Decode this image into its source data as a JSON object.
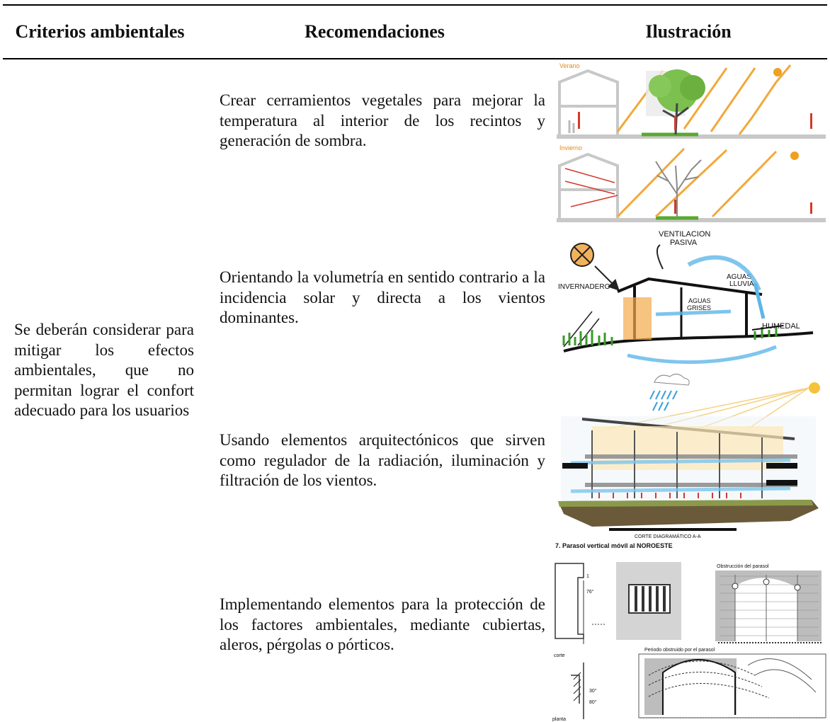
{
  "table": {
    "headers": {
      "criteria": "Criterios ambientales",
      "recommendations": "Recomendaciones",
      "illustration": "Ilustración"
    },
    "criteria_text": "Se deberán considerar para mitigar los efectos ambientales, que no permitan lograr el confort adecuado para los usuarios",
    "rows": [
      {
        "recommendation": "Crear cerramientos vegetales para mejorar la temperatura al interior de los recintos y generación de sombra."
      },
      {
        "recommendation": "Orientando la volumetría en sentido contrario a la incidencia solar y directa a los vientos dominantes."
      },
      {
        "recommendation": "Usando elementos arquitectónicos que sirven como regulador de la radiación, iluminación y filtración de los vientos."
      },
      {
        "recommendation": "Implementando elementos para la protección de los factores ambientales, mediante cubiertas, aleros, pérgolas o pórticos."
      }
    ]
  },
  "illustrations": {
    "vegetation": {
      "summer_label": "Verano",
      "winter_label": "Invierno"
    },
    "sketch": {
      "ventilation_line1": "VENTILACION",
      "ventilation_line2": "PASIVA",
      "rain_line1": "AGUAS",
      "rain_line2": "LLUVIA",
      "greenhouse": "INVERNADERO",
      "grey_line1": "AGUAS",
      "grey_line2": "GRISES",
      "wetland": "HUMEDAL"
    },
    "section": {
      "caption": "CORTE DIAGRAMÁTICO A-A"
    },
    "parasol": {
      "title": "7. Parasol vertical móvil al NOROESTE",
      "obstruction_title": "Obstrucción del parasol",
      "period_title": "Periodo obstruido por el parasol",
      "cut_label": "corte",
      "plan_label": "planta",
      "angle_1": "76°",
      "angle_2": "30°",
      "angle_3": "80°",
      "index_1": "1"
    }
  },
  "colors": {
    "sun_orange": "#f0a020",
    "ray_orange": "#f2a83a",
    "tree_green": "#7cc050",
    "ground_green": "#5aa832",
    "wall_grey": "#c8c8c8",
    "arrow_red": "#d23a2a",
    "wind_blue": "#5fb6e8"
  }
}
